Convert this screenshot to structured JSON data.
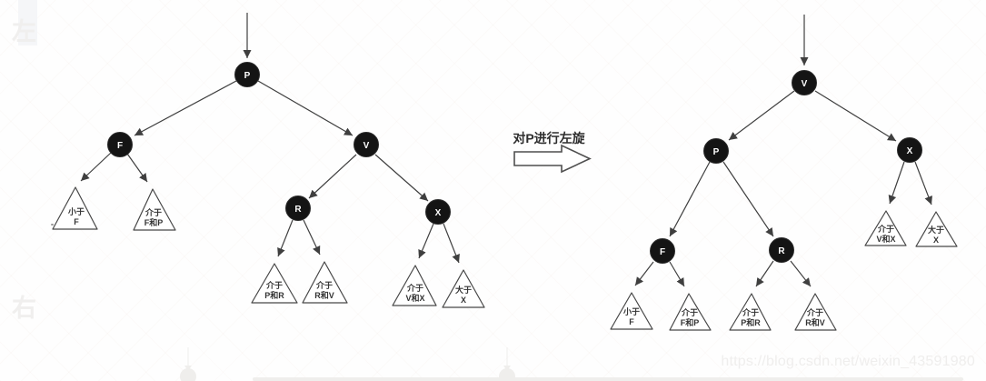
{
  "middle": {
    "label": "对P进行左旋"
  },
  "left_tree": {
    "nodes": {
      "root": "P",
      "left": "F",
      "right": "V",
      "right_left": "R",
      "right_right": "X"
    },
    "leaves": [
      {
        "line1": "小于",
        "line2": "F"
      },
      {
        "line1": "介于",
        "line2": "F和P"
      },
      {
        "line1": "介于",
        "line2": "P和R"
      },
      {
        "line1": "介于",
        "line2": "R和V"
      },
      {
        "line1": "介于",
        "line2": "V和X"
      },
      {
        "line1": "大于",
        "line2": "X"
      }
    ]
  },
  "right_tree": {
    "nodes": {
      "root": "V",
      "left": "P",
      "right": "X",
      "left_left": "F",
      "left_right": "R"
    },
    "leaves": [
      {
        "line1": "小于",
        "line2": "F"
      },
      {
        "line1": "介于",
        "line2": "F和P"
      },
      {
        "line1": "介于",
        "line2": "P和R"
      },
      {
        "line1": "介于",
        "line2": "R和V"
      },
      {
        "line1": "介于",
        "line2": "V和X"
      },
      {
        "line1": "大于",
        "line2": "X"
      }
    ]
  },
  "watermarks": {
    "url": "https://blog.csdn.net/weixin_43591980",
    "edge_top_char": "左",
    "edge_bottom_char": "右"
  },
  "colors": {
    "node_fill": "#141414",
    "edge_stroke": "#3f3f3f",
    "watermark_text": "#efeeed"
  }
}
